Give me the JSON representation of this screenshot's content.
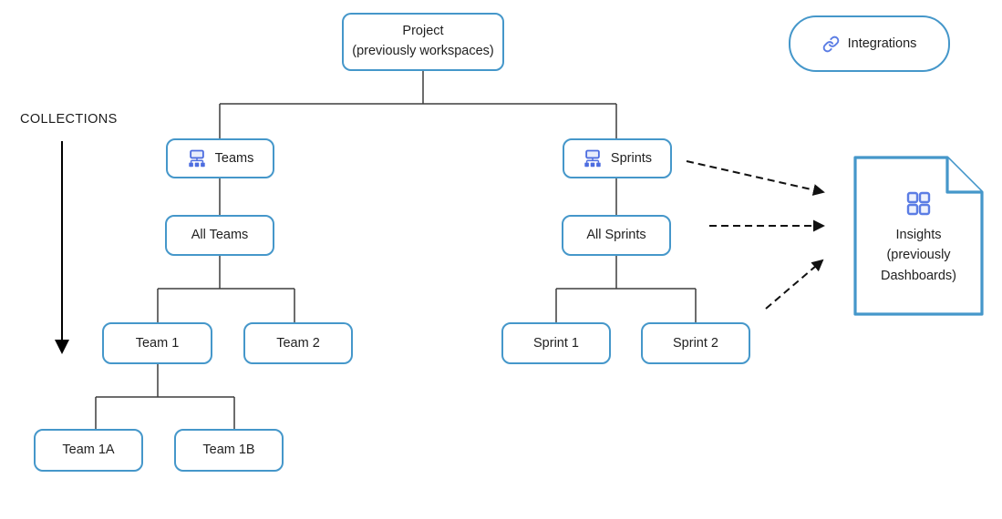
{
  "diagram": {
    "collections_label": "COLLECTIONS",
    "nodes": {
      "project": {
        "label": "Project",
        "sublabel": "(previously workspaces)"
      },
      "integrations": {
        "label": "Integrations",
        "icon": "link-icon"
      },
      "teams": {
        "label": "Teams",
        "icon": "org-chart-icon"
      },
      "sprints": {
        "label": "Sprints",
        "icon": "org-chart-icon"
      },
      "all_teams": {
        "label": "All Teams"
      },
      "all_sprints": {
        "label": "All Sprints"
      },
      "team_1": {
        "label": "Team 1"
      },
      "team_2": {
        "label": "Team 2"
      },
      "team_1a": {
        "label": "Team 1A"
      },
      "team_1b": {
        "label": "Team 1B"
      },
      "sprint_1": {
        "label": "Sprint 1"
      },
      "sprint_2": {
        "label": "Sprint 2"
      },
      "insights": {
        "label": "Insights",
        "sublabel": "(previously Dashboards)",
        "icon": "grid-icon"
      }
    },
    "hierarchy": [
      "Project > Teams",
      "Project > Sprints",
      "Teams > All Teams",
      "All Teams > Team 1",
      "All Teams > Team 2",
      "Team 1 > Team 1A",
      "Team 1 > Team 1B",
      "Sprints > All Sprints",
      "All Sprints > Sprint 1",
      "All Sprints > Sprint 2"
    ],
    "dashed_arrows": [
      "Sprints -> Insights",
      "All Sprints -> Insights",
      "Sprint 2 -> Insights"
    ],
    "colors": {
      "box_border": "#4597ca",
      "icon_blue": "#5b7de4",
      "connector_line": "#3d3d3d",
      "arrow": "#111111",
      "text": "#1f1f1f"
    }
  }
}
